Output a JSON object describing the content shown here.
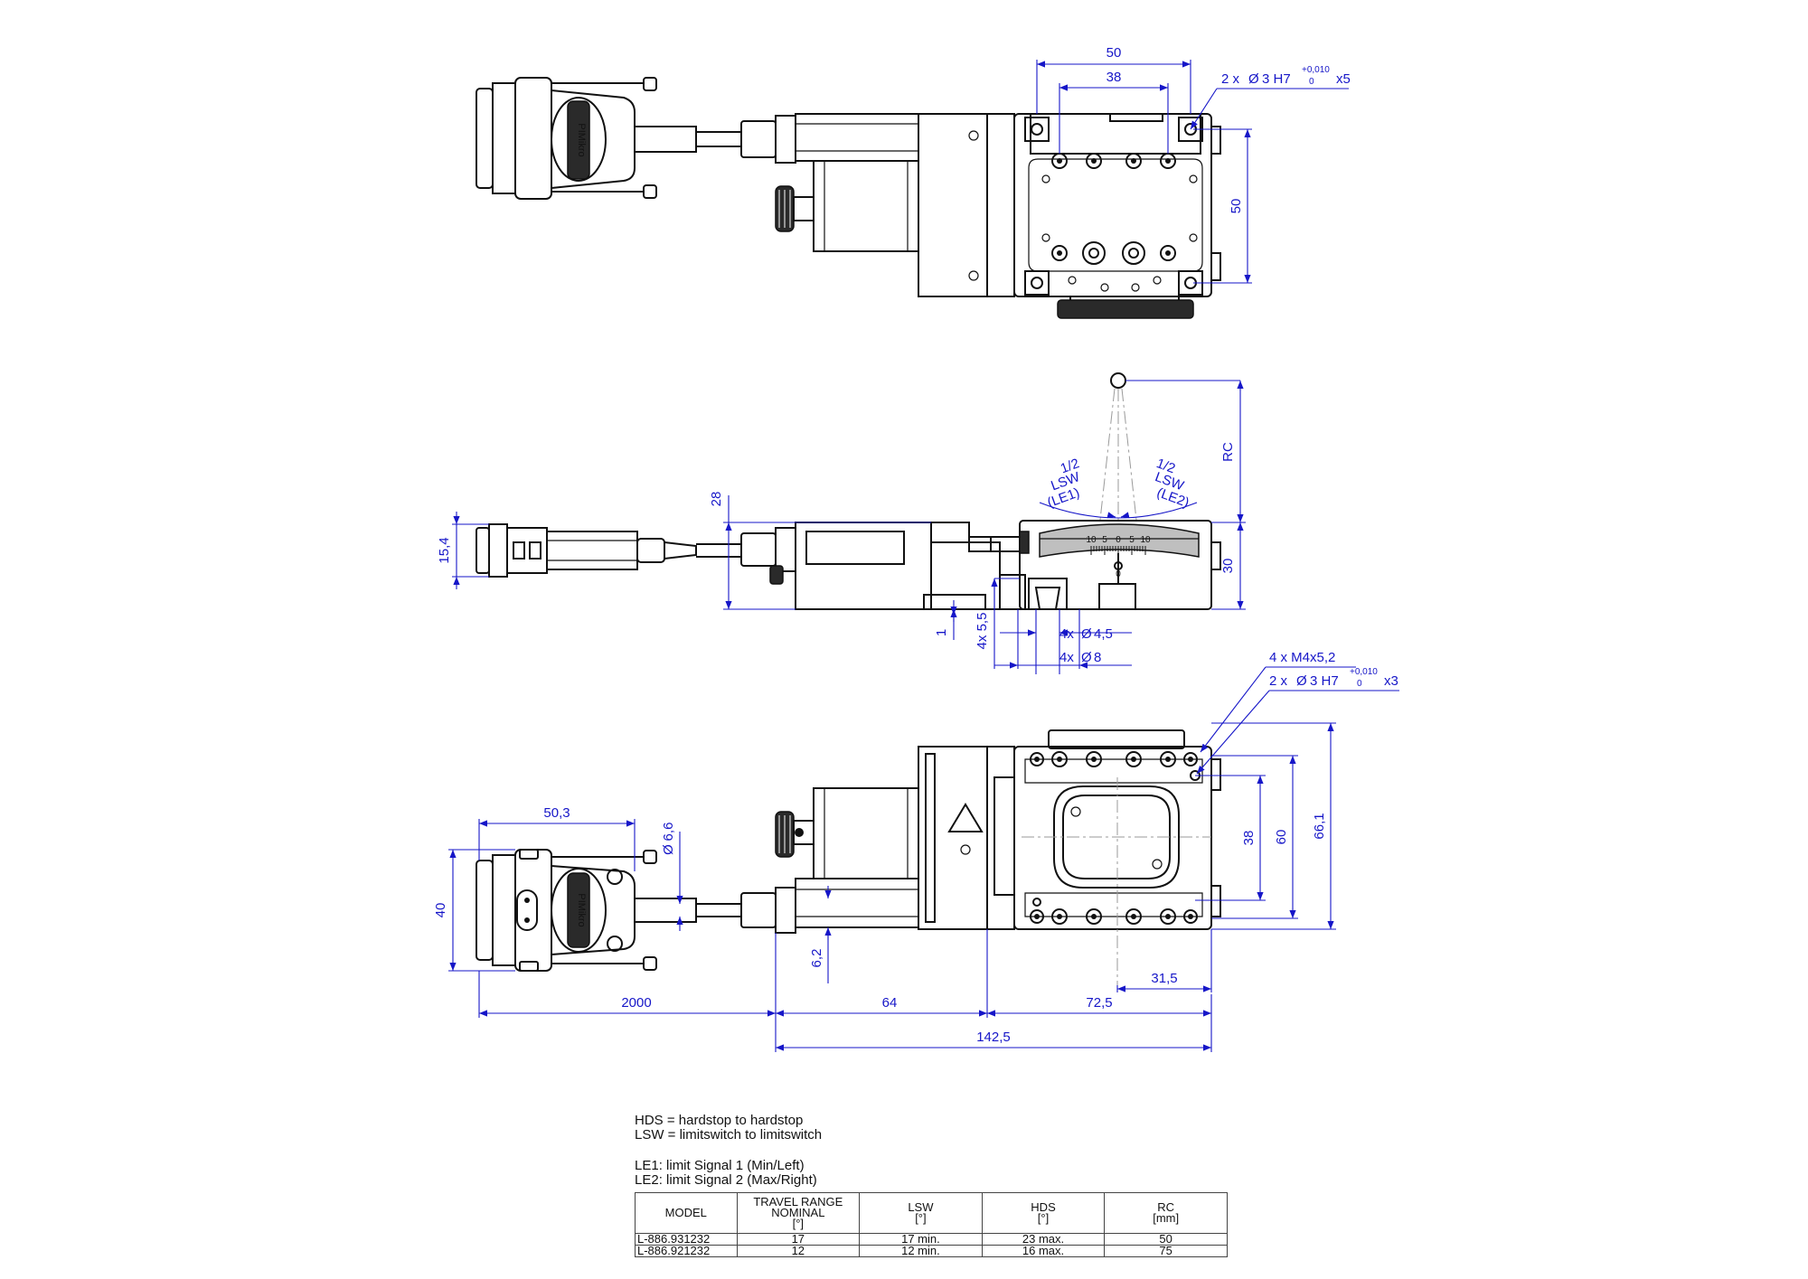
{
  "top_view": {
    "dims": [
      "50",
      "38",
      "50"
    ],
    "callout": {
      "prefix": "2 x",
      "dia": "Ø",
      "value": "3 H7",
      "tol_upper": "+0,010",
      "tol_lower": "0",
      "suffix": "x5"
    }
  },
  "side_view": {
    "dims": {
      "left_height": "15,4",
      "cable_offset": "28",
      "rc": "RC",
      "height": "30",
      "step": "1",
      "hole_c": "4x 5,5",
      "hole_a": "4x",
      "hole_a_val": "4,5",
      "hole_b": "4x",
      "hole_b_val": "8"
    },
    "arc_left": [
      "1/2",
      "LSW",
      "(LE1)"
    ],
    "arc_right": [
      "1/2",
      "LSW",
      "(LE2)"
    ],
    "scale": [
      "10",
      "5",
      "0",
      "5",
      "10"
    ],
    "scale_zero": "0"
  },
  "bottom_view": {
    "callout_1": "4 x M4x5,2",
    "callout_2": {
      "prefix": "2 x",
      "dia": "Ø",
      "value": "3 H7",
      "tol_upper": "+0,010",
      "tol_lower": "0",
      "suffix": "x3"
    },
    "dims": {
      "connector_width": "50,3",
      "cable_dia": "6,6",
      "connector_height": "40",
      "cable_offset": "6,2",
      "d38": "38",
      "d60": "60",
      "d66": "66,1",
      "d31": "31,5",
      "cable_len": "2000",
      "motor": "64",
      "stage": "72,5",
      "total": "142,5"
    }
  },
  "logo": "PIMikro",
  "notes": [
    "HDS = hardstop to hardstop",
    "LSW = limitswitch to limitswitch",
    "LE1: limit Signal 1 (Min/Left)",
    "LE2: limit Signal 2 (Max/Right)"
  ],
  "table": {
    "headers": [
      [
        "MODEL"
      ],
      [
        "TRAVEL RANGE",
        "NOMINAL",
        "[°]"
      ],
      [
        "LSW",
        "[°]"
      ],
      [
        "HDS",
        "[°]"
      ],
      [
        "RC",
        "[mm]"
      ]
    ],
    "rows": [
      [
        "L-886.931232",
        "17",
        "17 min.",
        "23 max.",
        "50"
      ],
      [
        "L-886.921232",
        "12",
        "12 min.",
        "16 max.",
        "75"
      ]
    ]
  }
}
